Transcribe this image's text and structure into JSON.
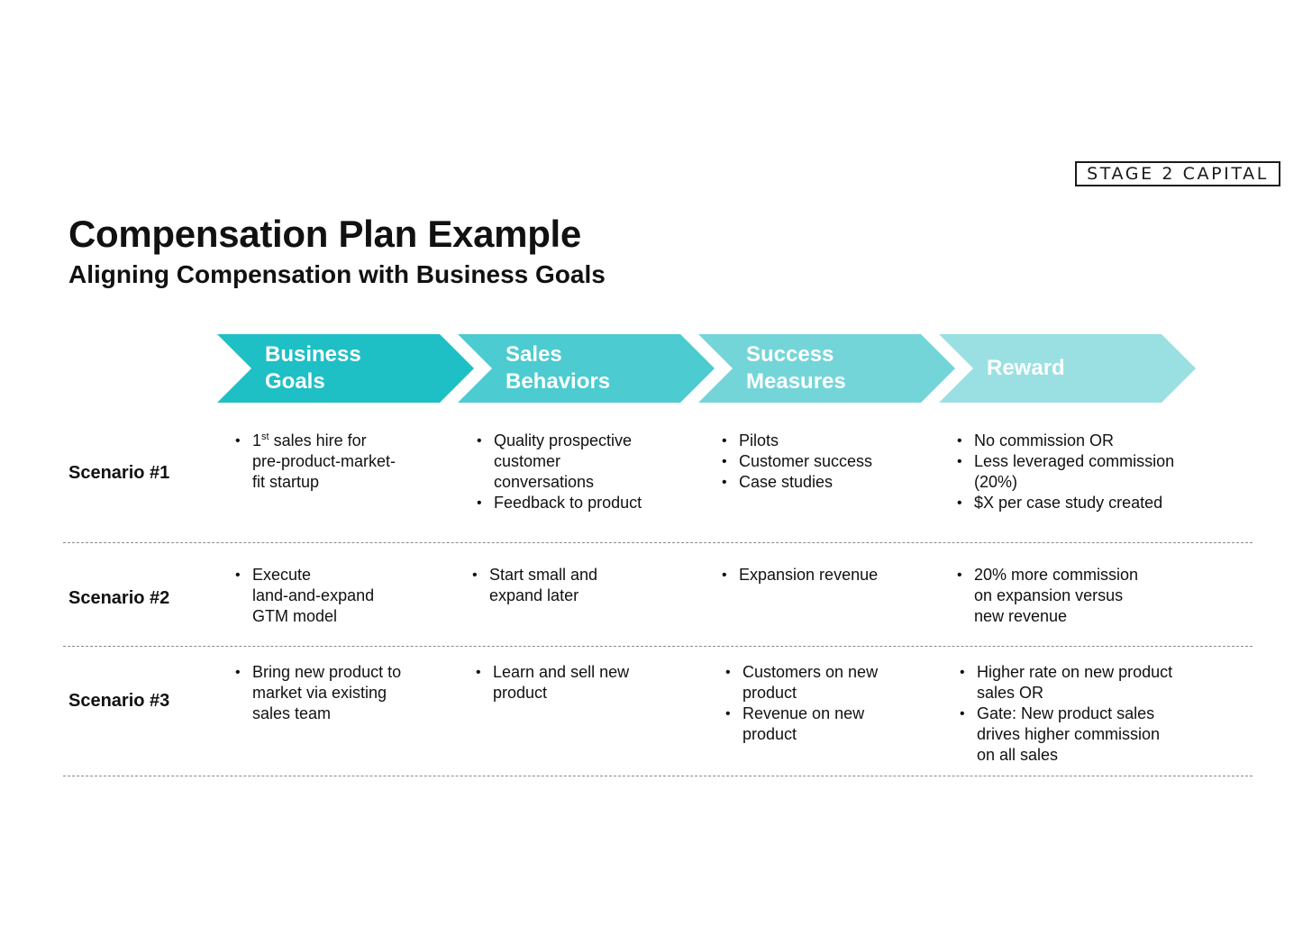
{
  "logo": "STAGE 2 CAPITAL",
  "title": "Compensation Plan Example",
  "subtitle": "Aligning Compensation with Business Goals",
  "colors": {
    "chevron_1": "#1fbfc6",
    "chevron_2": "#4ccbd1",
    "chevron_3": "#74d5d9",
    "chevron_4": "#9ae0e3"
  },
  "columns": [
    {
      "label": "Business\nGoals"
    },
    {
      "label": "Sales\nBehaviors"
    },
    {
      "label": "Success\nMeasures"
    },
    {
      "label": "Reward"
    }
  ],
  "scenarios": [
    {
      "label": "Scenario #1",
      "cells": [
        [
          "sales hire for\npre-product-market-\nfit startup"
        ],
        [
          "Quality prospective\ncustomer\nconversations",
          "Feedback to product"
        ],
        [
          "Pilots",
          "Customer success",
          "Case studies"
        ],
        [
          "No commission OR",
          "Less leveraged commission\n(20%)",
          "$X per case study created"
        ]
      ]
    },
    {
      "label": "Scenario #2",
      "cells": [
        [
          "Execute\nland-and-expand\nGTM model"
        ],
        [
          "Start small and\nexpand later"
        ],
        [
          "Expansion revenue"
        ],
        [
          "20% more commission\non expansion versus\nnew revenue"
        ]
      ]
    },
    {
      "label": "Scenario #3",
      "cells": [
        [
          "Bring new product to\nmarket via existing\nsales team"
        ],
        [
          "Learn and sell new\nproduct"
        ],
        [
          "Customers on new\nproduct",
          "Revenue on new\nproduct"
        ],
        [
          "Higher rate on new product\nsales OR",
          "Gate: New product sales\ndrives higher commission\non all sales"
        ]
      ]
    }
  ],
  "s1_first_prefix": "1",
  "s1_first_sup": "st"
}
